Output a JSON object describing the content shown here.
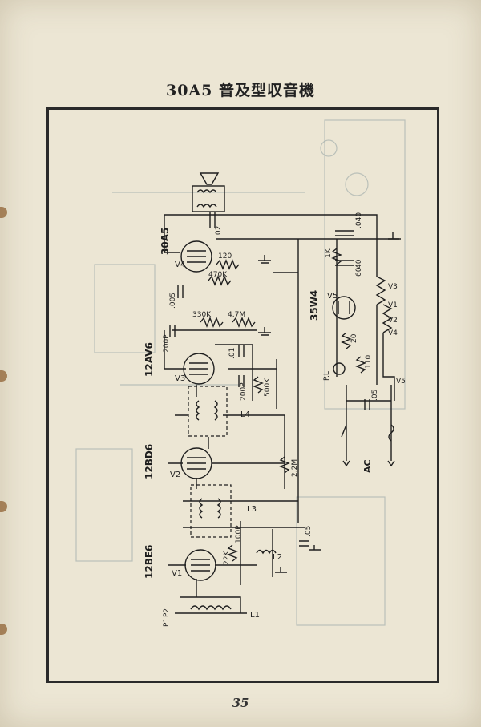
{
  "header": {
    "title": "30A5 普及型収音機"
  },
  "footer": {
    "page_number": "35"
  },
  "schematic": {
    "tubes": {
      "v1": {
        "type": "12BE6",
        "ref": "V1"
      },
      "v2": {
        "type": "12BD6",
        "ref": "V2"
      },
      "v3": {
        "type": "12AV6",
        "ref": "V3"
      },
      "v4": {
        "type": "30A5",
        "ref": "V4"
      },
      "v5": {
        "type": "35W4",
        "ref": "V5"
      }
    },
    "components": {
      "c_040": ".040",
      "c_02": ".02",
      "r_120": "120",
      "r_470k": "470K",
      "c_005": ".005",
      "r_330k": "330K",
      "r_4_7m": "4.7M",
      "c_200p_a": "200P",
      "c_01": ".01",
      "c_200p_b": "200P",
      "r_500k": "500K",
      "r_2_2m": "2.2M",
      "c_100p": "100P",
      "r_22k": "22K",
      "c_05_a": ".05",
      "r_1k": "1K",
      "c_40": "40",
      "c_60": "60",
      "r_20": "20",
      "r_110": "110",
      "c_05_b": ".05"
    },
    "coils": {
      "l1": "L1",
      "l2": "L2",
      "l3": "L3",
      "l4": "L4"
    },
    "pilot_lamp": "P.L",
    "heater_labels": {
      "v1": "V1",
      "v2": "V2",
      "v3": "V3",
      "v4": "V4",
      "v5": "V5"
    },
    "power": "AC",
    "antenna": {
      "p1": "P1",
      "p2": "P2"
    }
  }
}
